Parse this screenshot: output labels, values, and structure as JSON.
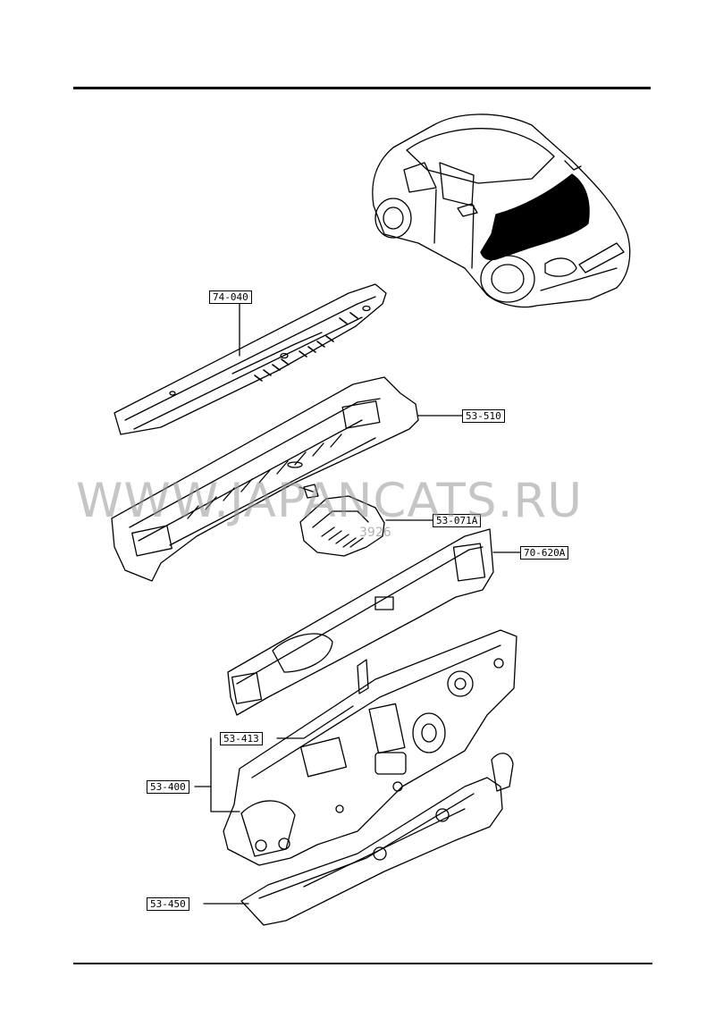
{
  "watermark": "WWW.JAPANCATS.RU",
  "ref_number": "3926",
  "callouts": {
    "cowl_grille": "74-040",
    "cowl_panel": "53-510",
    "cowl_bracket": "53-071A",
    "dash_member": "70-620A",
    "dash_upper": "53-413",
    "dash_panel": "53-400",
    "dash_lower": "53-450"
  },
  "colors": {
    "ink": "#000000",
    "paper": "#ffffff",
    "watermark": "#969696"
  },
  "icons": {
    "car": "car-icon",
    "highlighted_area": "cowl-highlight-icon"
  }
}
